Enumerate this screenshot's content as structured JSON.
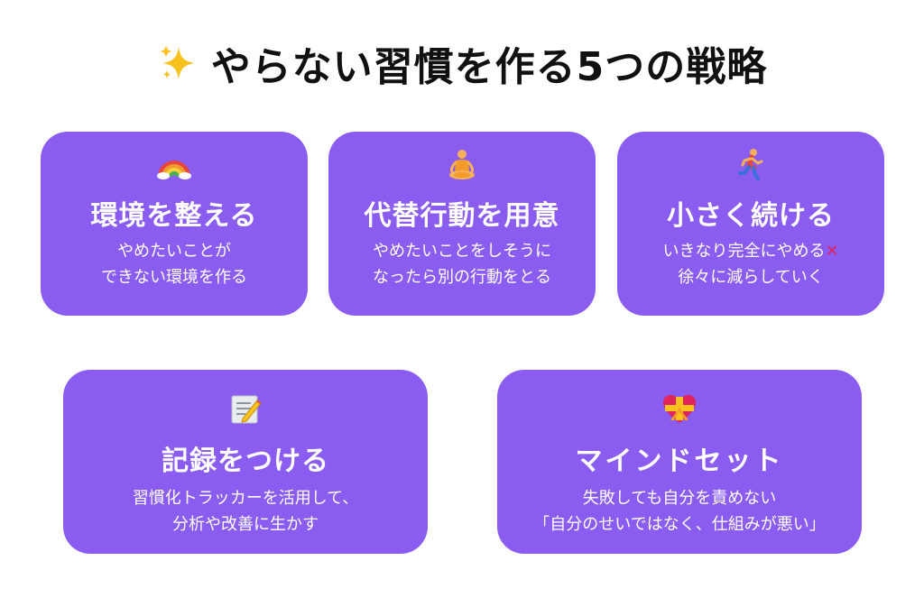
{
  "title": {
    "icon": "sparkles-icon",
    "text": "やらない習慣を作る5つの戦略"
  },
  "cards": [
    {
      "icon": "rainbow-icon",
      "heading": "環境を整える",
      "desc": [
        "やめたいことが",
        "できない環境を作る"
      ]
    },
    {
      "icon": "meditation-person-icon",
      "heading": "代替行動を用意",
      "desc": [
        "やめたいことをしそうに",
        "なったら別の行動をとる"
      ]
    },
    {
      "icon": "running-person-icon",
      "heading": "小さく続ける",
      "desc": [
        "いきなり完全にやめる",
        "徐々に減らしていく"
      ],
      "desc_mark": "cross-mark-icon"
    },
    {
      "icon": "memo-pencil-icon",
      "heading": "記録をつける",
      "desc": [
        "習慣化トラッカーを活用して、",
        "分析や改善に生かす"
      ]
    },
    {
      "icon": "heart-ribbon-icon",
      "heading": "マインドセット",
      "desc": [
        "失敗しても自分を責めない",
        "「自分のせいではなく、仕組みが悪い」"
      ]
    }
  ],
  "colors": {
    "card": "#8b5cf0",
    "text_on_card": "#ffffff",
    "title": "#111111",
    "cross": "#e0245e"
  }
}
